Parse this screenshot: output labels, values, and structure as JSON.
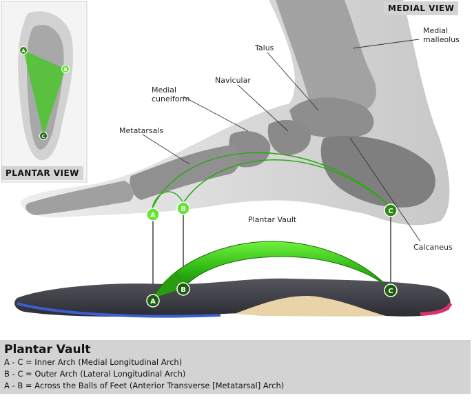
{
  "views": {
    "medial_view_label": "MEDIAL VIEW",
    "plantar_view_label": "PLANTAR VIEW"
  },
  "anatomy_labels": {
    "medial_malleolus": "Medial\nmalleolus",
    "talus": "Talus",
    "navicular": "Navicular",
    "medial_cuneiform": "Medial\ncuneiform",
    "metatarsals": "Metatarsals",
    "plantar_vault": "Plantar Vault",
    "calcaneus": "Calcaneus"
  },
  "points": {
    "a": "A",
    "b": "B",
    "c": "C"
  },
  "legend": {
    "title": "Plantar Vault",
    "rows": [
      "A - C = Inner Arch (Medial Longitudinal Arch)",
      "B - C = Outer Arch (Lateral Longitudinal Arch)",
      "A - B = Across the Balls of Feet (Anterior Transverse [Metatarsal] Arch)"
    ]
  },
  "colors": {
    "arch_green": "#3fc81e",
    "arch_dark_green": "#1f7a10",
    "insole_top": "#3a3a44",
    "insole_blue": "#3a5fd0",
    "insole_pink": "#e0306a",
    "insole_tan": "#e8d4a8",
    "legend_bg": "#d3d3d3"
  }
}
